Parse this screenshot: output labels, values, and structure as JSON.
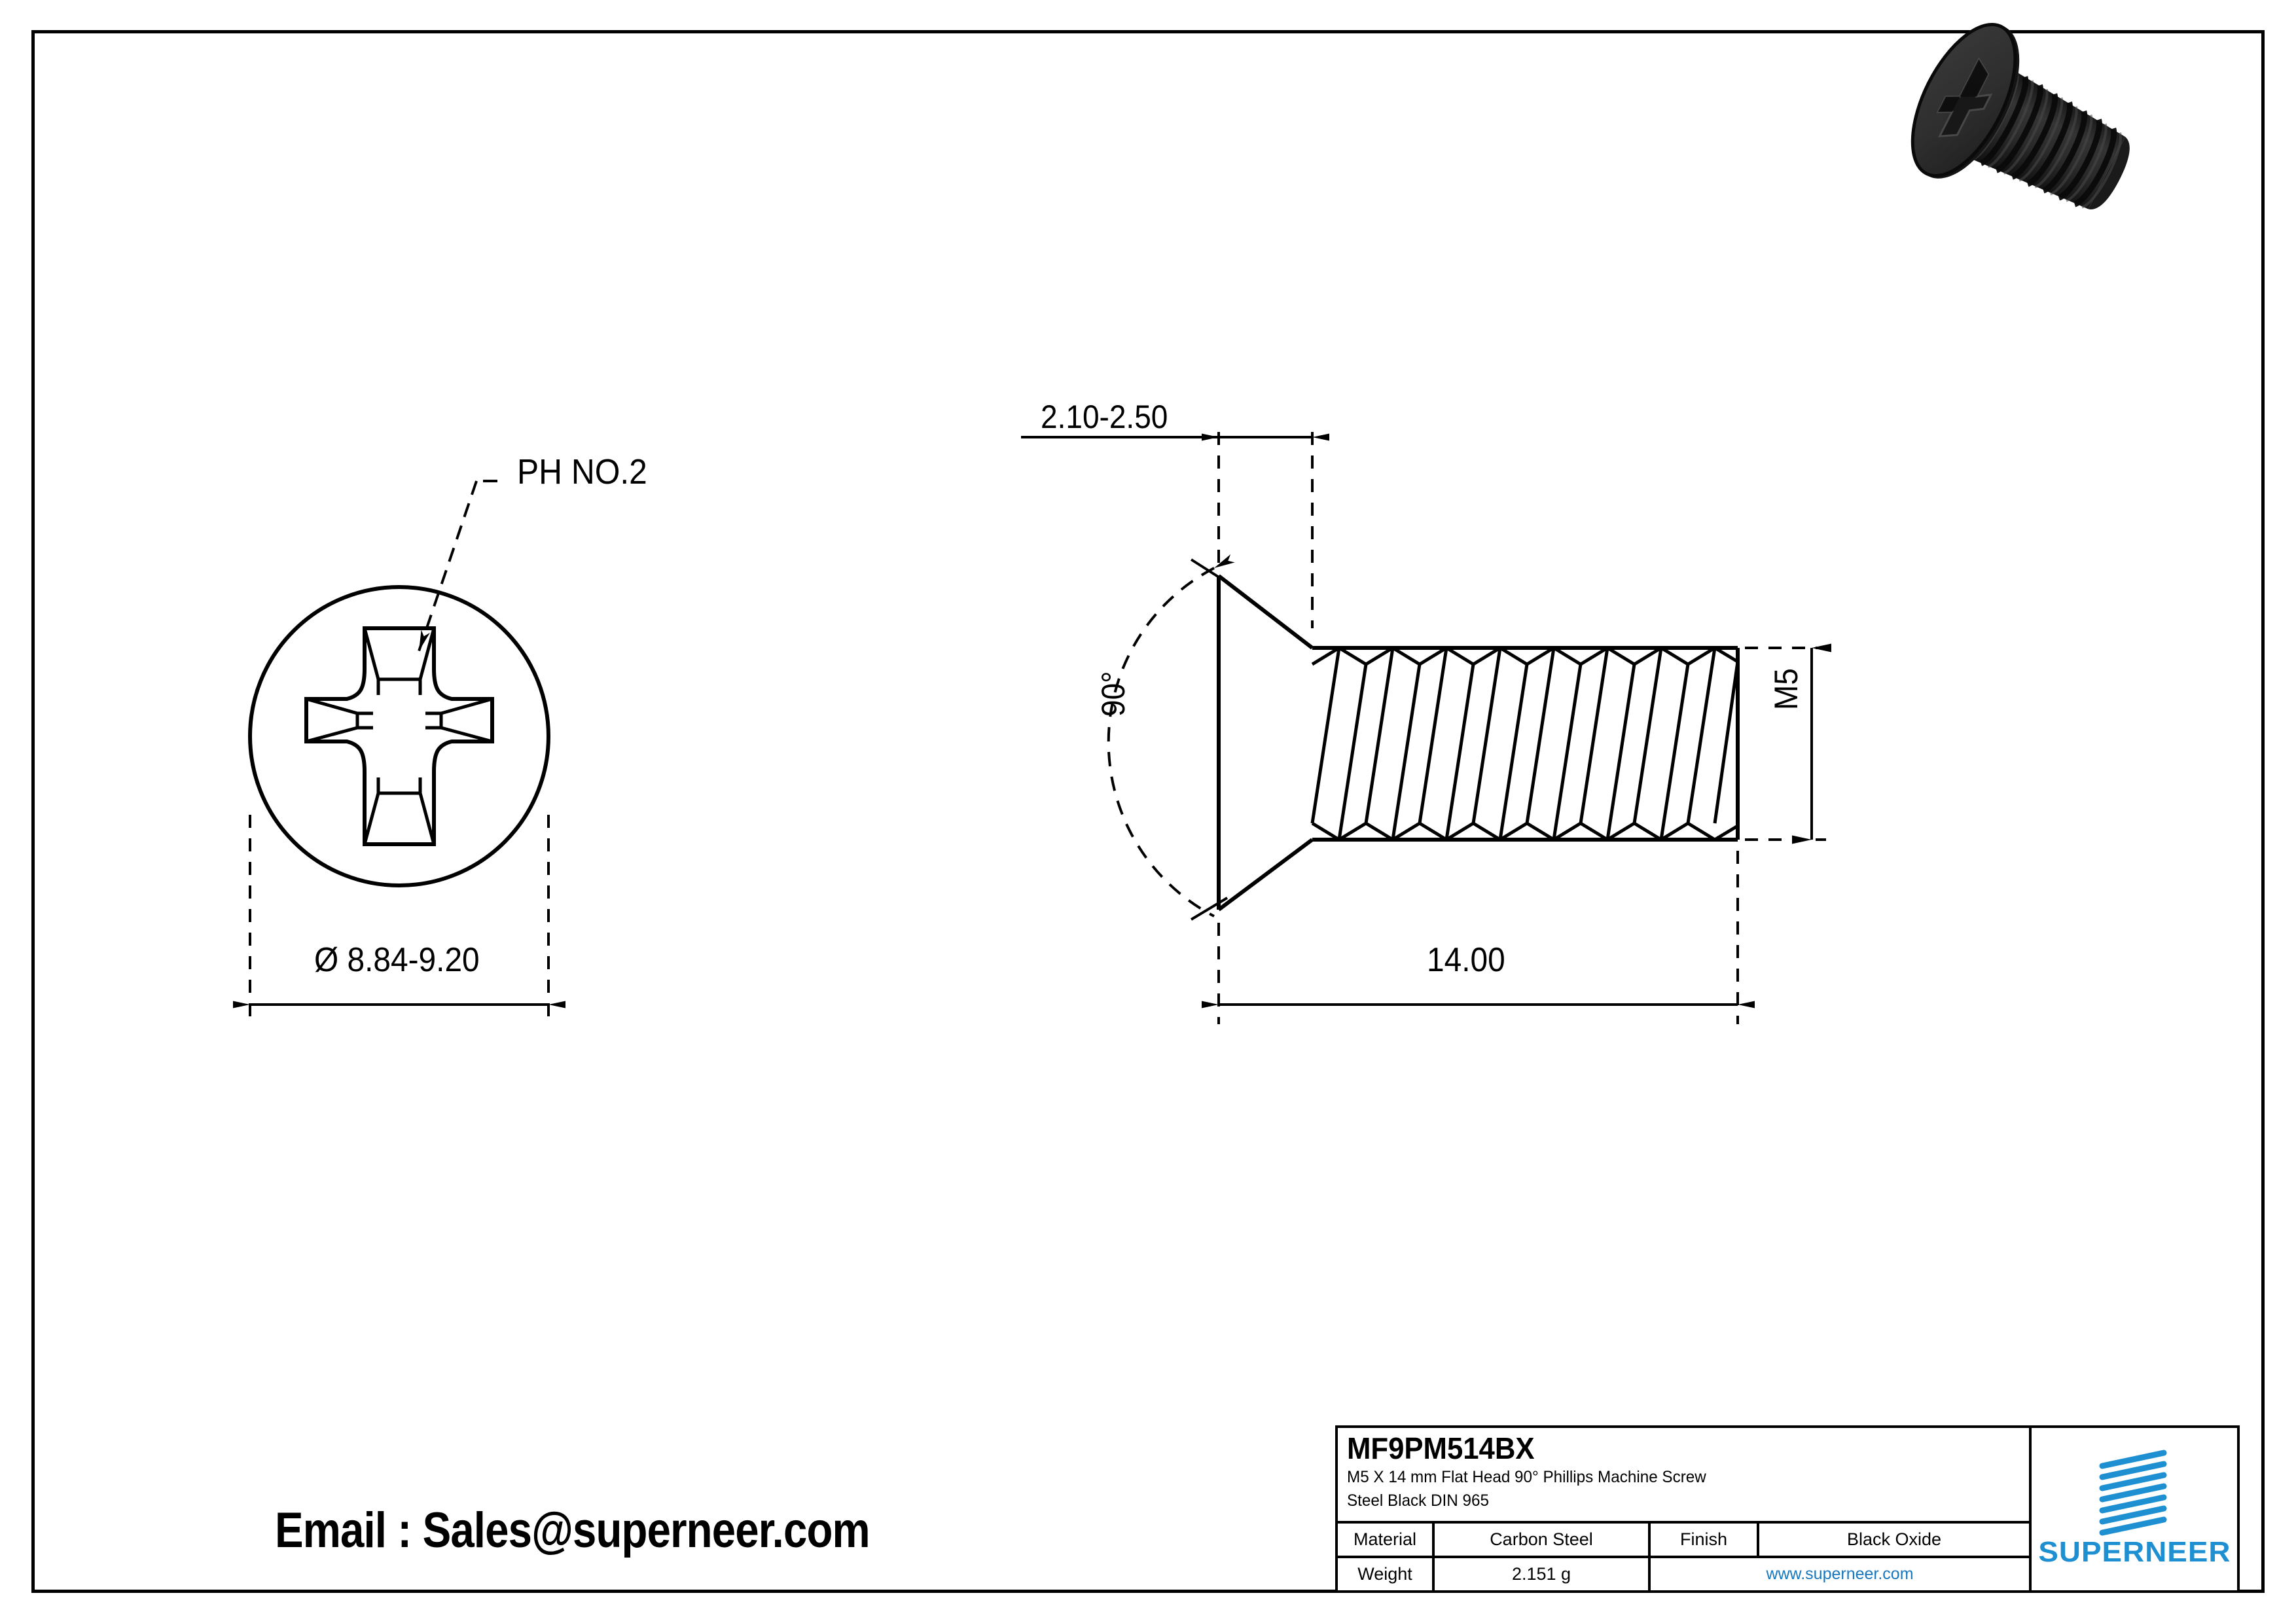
{
  "sheet": {
    "email_label": "Email : Sales@superneer.com"
  },
  "drawing": {
    "top_view": {
      "recess_callout": "PH NO.2",
      "head_diameter": "Ø 8.84-9.20"
    },
    "side_view": {
      "head_height": "2.10-2.50",
      "head_angle": "90°",
      "thread_size": "M5",
      "overall_length": "14.00"
    }
  },
  "title_block": {
    "part_number": "MF9PM514BX",
    "description_line1": "M5 X 14 mm  Flat Head 90° Phillips Machine Screw",
    "description_line2": "Steel Black DIN 965",
    "material_label": "Material",
    "material_value": "Carbon Steel",
    "finish_label": "Finish",
    "finish_value": "Black Oxide",
    "weight_label": "Weight",
    "weight_value": "2.151 g",
    "website": "www.superneer.com",
    "brand": "SUPERNEER",
    "brand_color": "#1E90D2",
    "link_color": "#1878BE"
  },
  "render": {
    "part_name": "flat-head-phillips-machine-screw-3d",
    "body_color": "#2E2E2E",
    "outline_color": "#0D0D0D"
  }
}
